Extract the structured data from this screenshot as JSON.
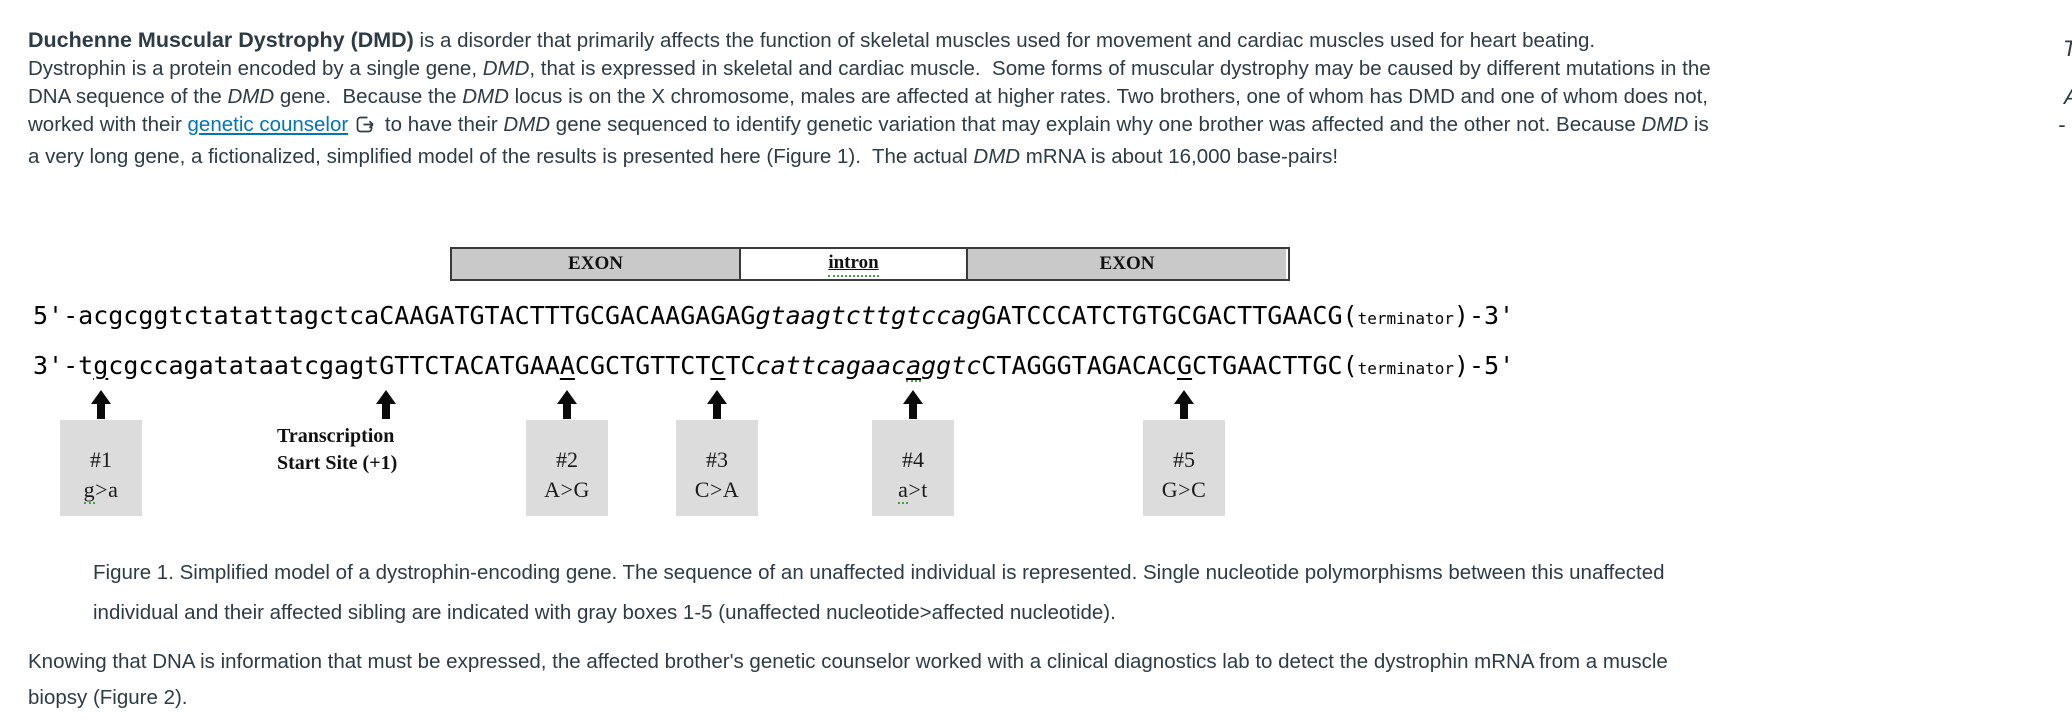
{
  "intro": {
    "l1_bold": "Duchenne Muscular Dystrophy (DMD)",
    "l1_rest": " is a disorder that primarily affects the function of skeletal muscles used for movement and cardiac muscles used for heart beating.",
    "l2_a": "Dystrophin is a protein encoded by a single gene, ",
    "l2_i": "DMD",
    "l2_b": ", that is expressed in skeletal and cardiac muscle.  Some forms of muscular dystrophy may be caused by different mutations in the",
    "l3_a": "DNA sequence of the ",
    "l3_i1": "DMD",
    "l3_b": " gene.  Because the ",
    "l3_i2": "DMD",
    "l3_c": " locus is on the X chromosome, males are affected at higher rates. Two brothers, one of whom has DMD and one of whom does not,",
    "l4_a": "worked with their ",
    "l4_link": "genetic counselor",
    "l4_b": " to have their ",
    "l4_i1": "DMD",
    "l4_c": " gene sequenced to identify genetic variation that may explain why one brother was affected and the other not. Because ",
    "l4_i2": "DMD",
    "l4_d": " is",
    "l5_a": "a very long gene, a fictionalized, simplified model of the results is presented here (Figure 1).  The actual ",
    "l5_i": "DMD",
    "l5_b": " mRNA is about 16,000 base-pairs!"
  },
  "figure": {
    "bar": {
      "exon_left": "EXON",
      "intron": "intron",
      "exon_right": "EXON"
    },
    "top_strand": {
      "prefix": "5'-",
      "upstream": "acgcggtctatattagctca",
      "exon1": "CAAGATGTACTTTGCGACAAGAGAG",
      "intron": "gtaagtcttgtccag",
      "exon2": "GATCCCATCTGTGCGACTTGAACG",
      "term_open": "(",
      "terminator": "terminator",
      "term_close": ")",
      "suffix": "-3'"
    },
    "bottom_strand": {
      "prefix": "3'-",
      "up_a": "t",
      "up_snp": "g",
      "up_b": "cgccagatataatcgagt",
      "ex1_a": "GTTCTACATGAA",
      "ex1_snp": "A",
      "ex1_b": "CGCTGTTCT",
      "ex1_snp2": "C",
      "ex1_c": "TC",
      "in_a": "cattcagaac",
      "in_snp": "a",
      "in_b": "ggtc",
      "ex2_a": "CTAGGGTAGACAC",
      "ex2_snp": "G",
      "ex2_b": "CTGAACTTGC",
      "term_open": "(",
      "terminator": "terminator",
      "term_close": ")",
      "suffix": "-5'"
    },
    "tss_line1": "Transcription",
    "tss_line2": "Start Site (+1)",
    "snps": [
      {
        "id": "#1",
        "n1": "g",
        "sep": ">",
        "n2": "a"
      },
      {
        "id": "#2",
        "n1": "A",
        "sep": ">",
        "n2": "G"
      },
      {
        "id": "#3",
        "n1": "C",
        "sep": ">",
        "n2": "A"
      },
      {
        "id": "#4",
        "n1": "a",
        "sep": ">",
        "n2": "t"
      },
      {
        "id": "#5",
        "n1": "G",
        "sep": ">",
        "n2": "C"
      }
    ],
    "caption_l1": "Figure 1. Simplified model of a dystrophin-encoding gene. The sequence of an unaffected individual is represented. Single nucleotide polymorphisms between this unaffected",
    "caption_l2": "individual and their affected sibling are indicated with gray boxes 1-5 (unaffected nucleotide>affected nucleotide)."
  },
  "closing": {
    "l1": "Knowing that DNA is information that must be expressed, the affected brother's genetic counselor worked with a clinical diagnostics lab to detect the dystrophin mRNA from a muscle",
    "l2": "biopsy (Figure 2)."
  },
  "edge_fragments": {
    "f1": "T",
    "f2": "A",
    "f3": "-"
  },
  "colors": {
    "body_text": "#2D3B45",
    "link": "#0374B5",
    "exon_fill": "#C9C9C9",
    "snp_box_fill": "#DCDCDC",
    "spellcheck_green": "#43A047",
    "sequence_text": "#000000"
  }
}
